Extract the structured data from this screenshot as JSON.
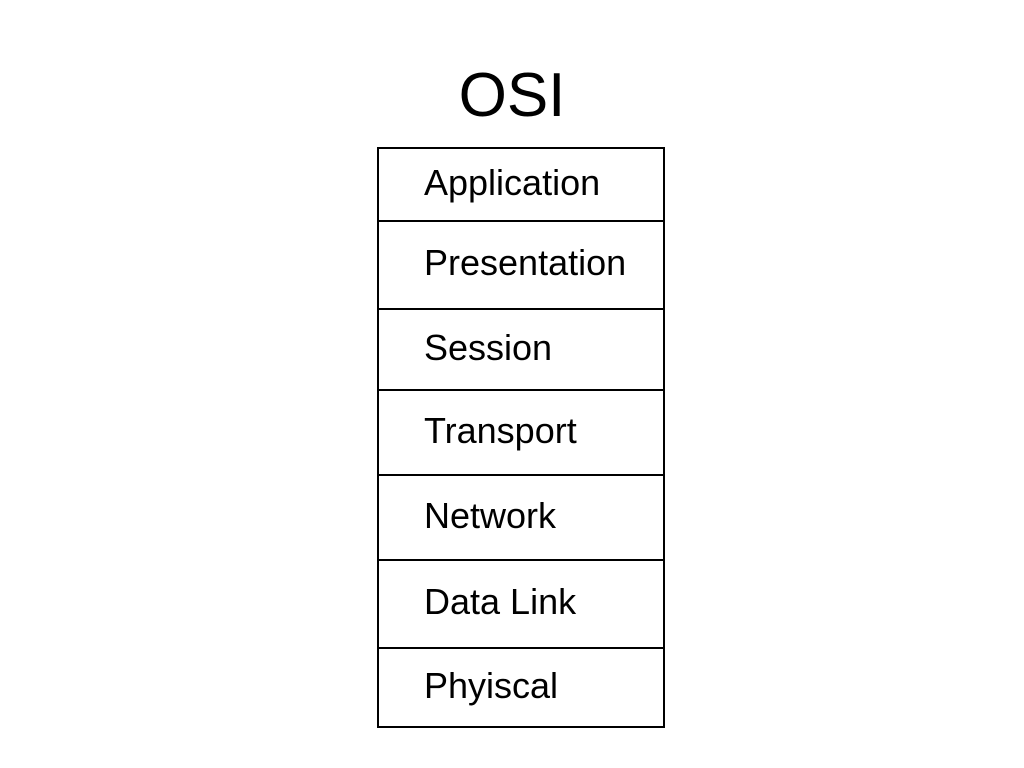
{
  "diagram": {
    "title": "OSI",
    "layers": [
      "Application",
      "Presentation",
      "Session",
      "Transport",
      "Network",
      "Data Link",
      "Phyiscal"
    ]
  }
}
